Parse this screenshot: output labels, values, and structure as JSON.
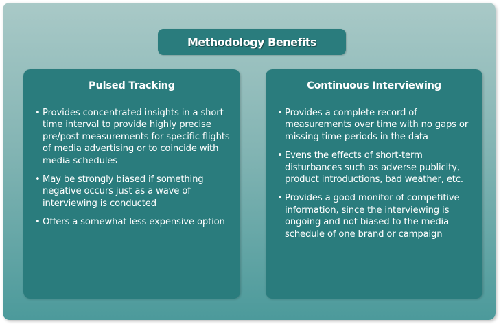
{
  "title": "Methodology Benefits",
  "bullet_glyph": "•",
  "panels": [
    {
      "heading": "Pulsed Tracking",
      "items": [
        "Provides concentrated insights in a short time interval to provide highly precise pre/post measurements for specific flights of media advertising or to coincide with media schedules",
        "May be strongly biased if something negative occurs just as a wave of interviewing is conducted",
        "Offers a somewhat less expensive option"
      ]
    },
    {
      "heading": "Continuous Interviewing",
      "items": [
        "Provides a complete record of measurements over time with no gaps or missing time periods in the data",
        "Evens the effects of short-term disturbances such as adverse publicity, product introductions, bad weather, etc.",
        "Provides a good monitor of competitive information, since the interviewing is ongoing and not biased to the media schedule of one brand or campaign"
      ]
    }
  ],
  "colors": {
    "panel_fill": "#2a7c7d",
    "frame_top": "#a9c9c7",
    "frame_bottom": "#4c9a9b",
    "text": "#ffffff"
  }
}
